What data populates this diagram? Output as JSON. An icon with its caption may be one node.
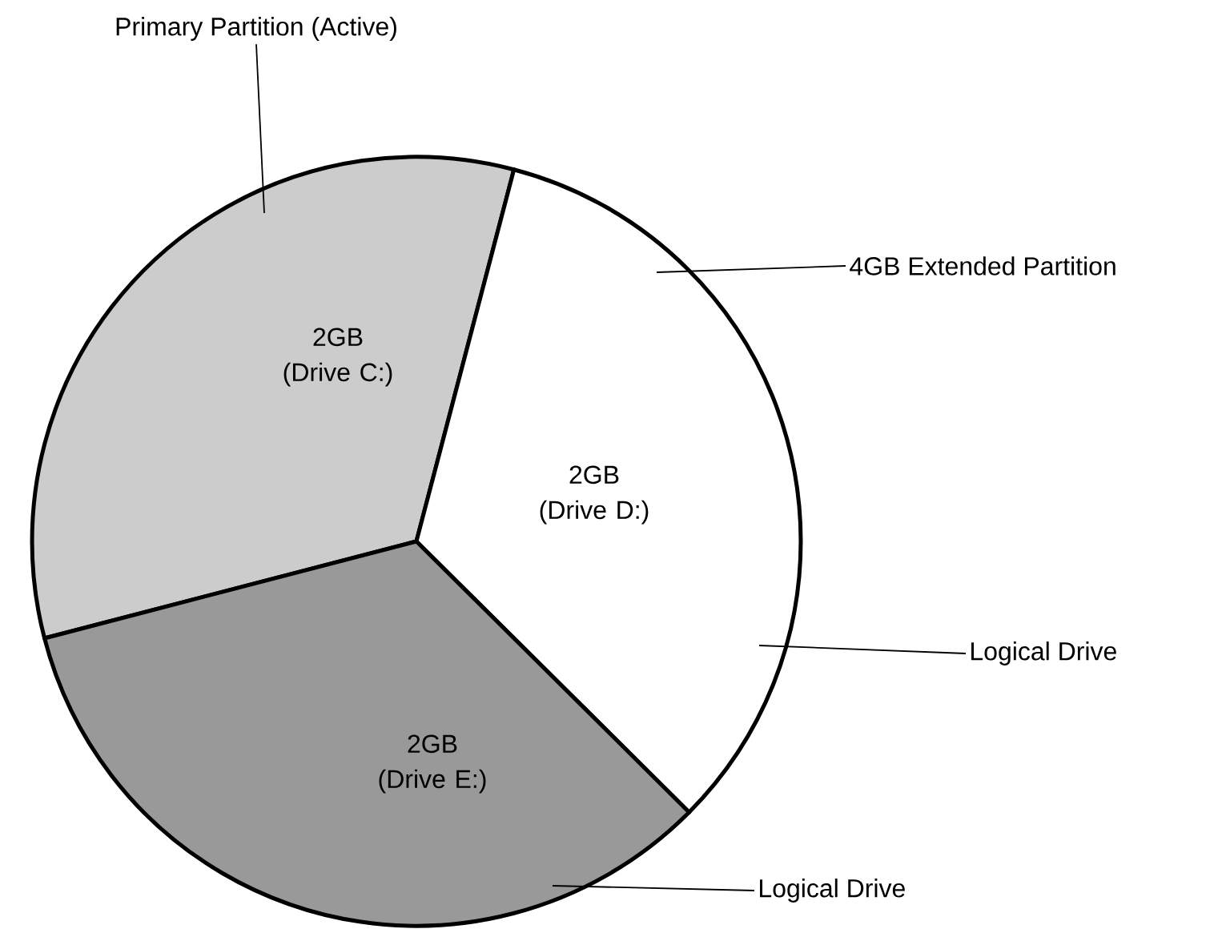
{
  "diagram": {
    "nodes": [
      {
        "text": [
          "2GB (Drive C:)"
        ]
      },
      {
        "text": [
          "2GB (Drive D:)"
        ]
      },
      {
        "text": [
          "2GB (Drive E:)"
        ]
      },
      {
        "text": [
          "Primary Partition (Active)"
        ]
      },
      {
        "text": [
          "4GB Extended Partition"
        ]
      },
      {
        "text": [
          "Logical Drive"
        ]
      },
      {
        "text": [
          "Logical Drive"
        ]
      }
    ],
    "edges": [
      {
        "from": 3,
        "to": 0,
        "arrow": "none"
      },
      {
        "from": 4,
        "to": 1,
        "arrow": "none"
      },
      {
        "from": 5,
        "to": 1,
        "arrow": "none"
      },
      {
        "from": 6,
        "to": 2,
        "arrow": "none"
      }
    ]
  }
}
